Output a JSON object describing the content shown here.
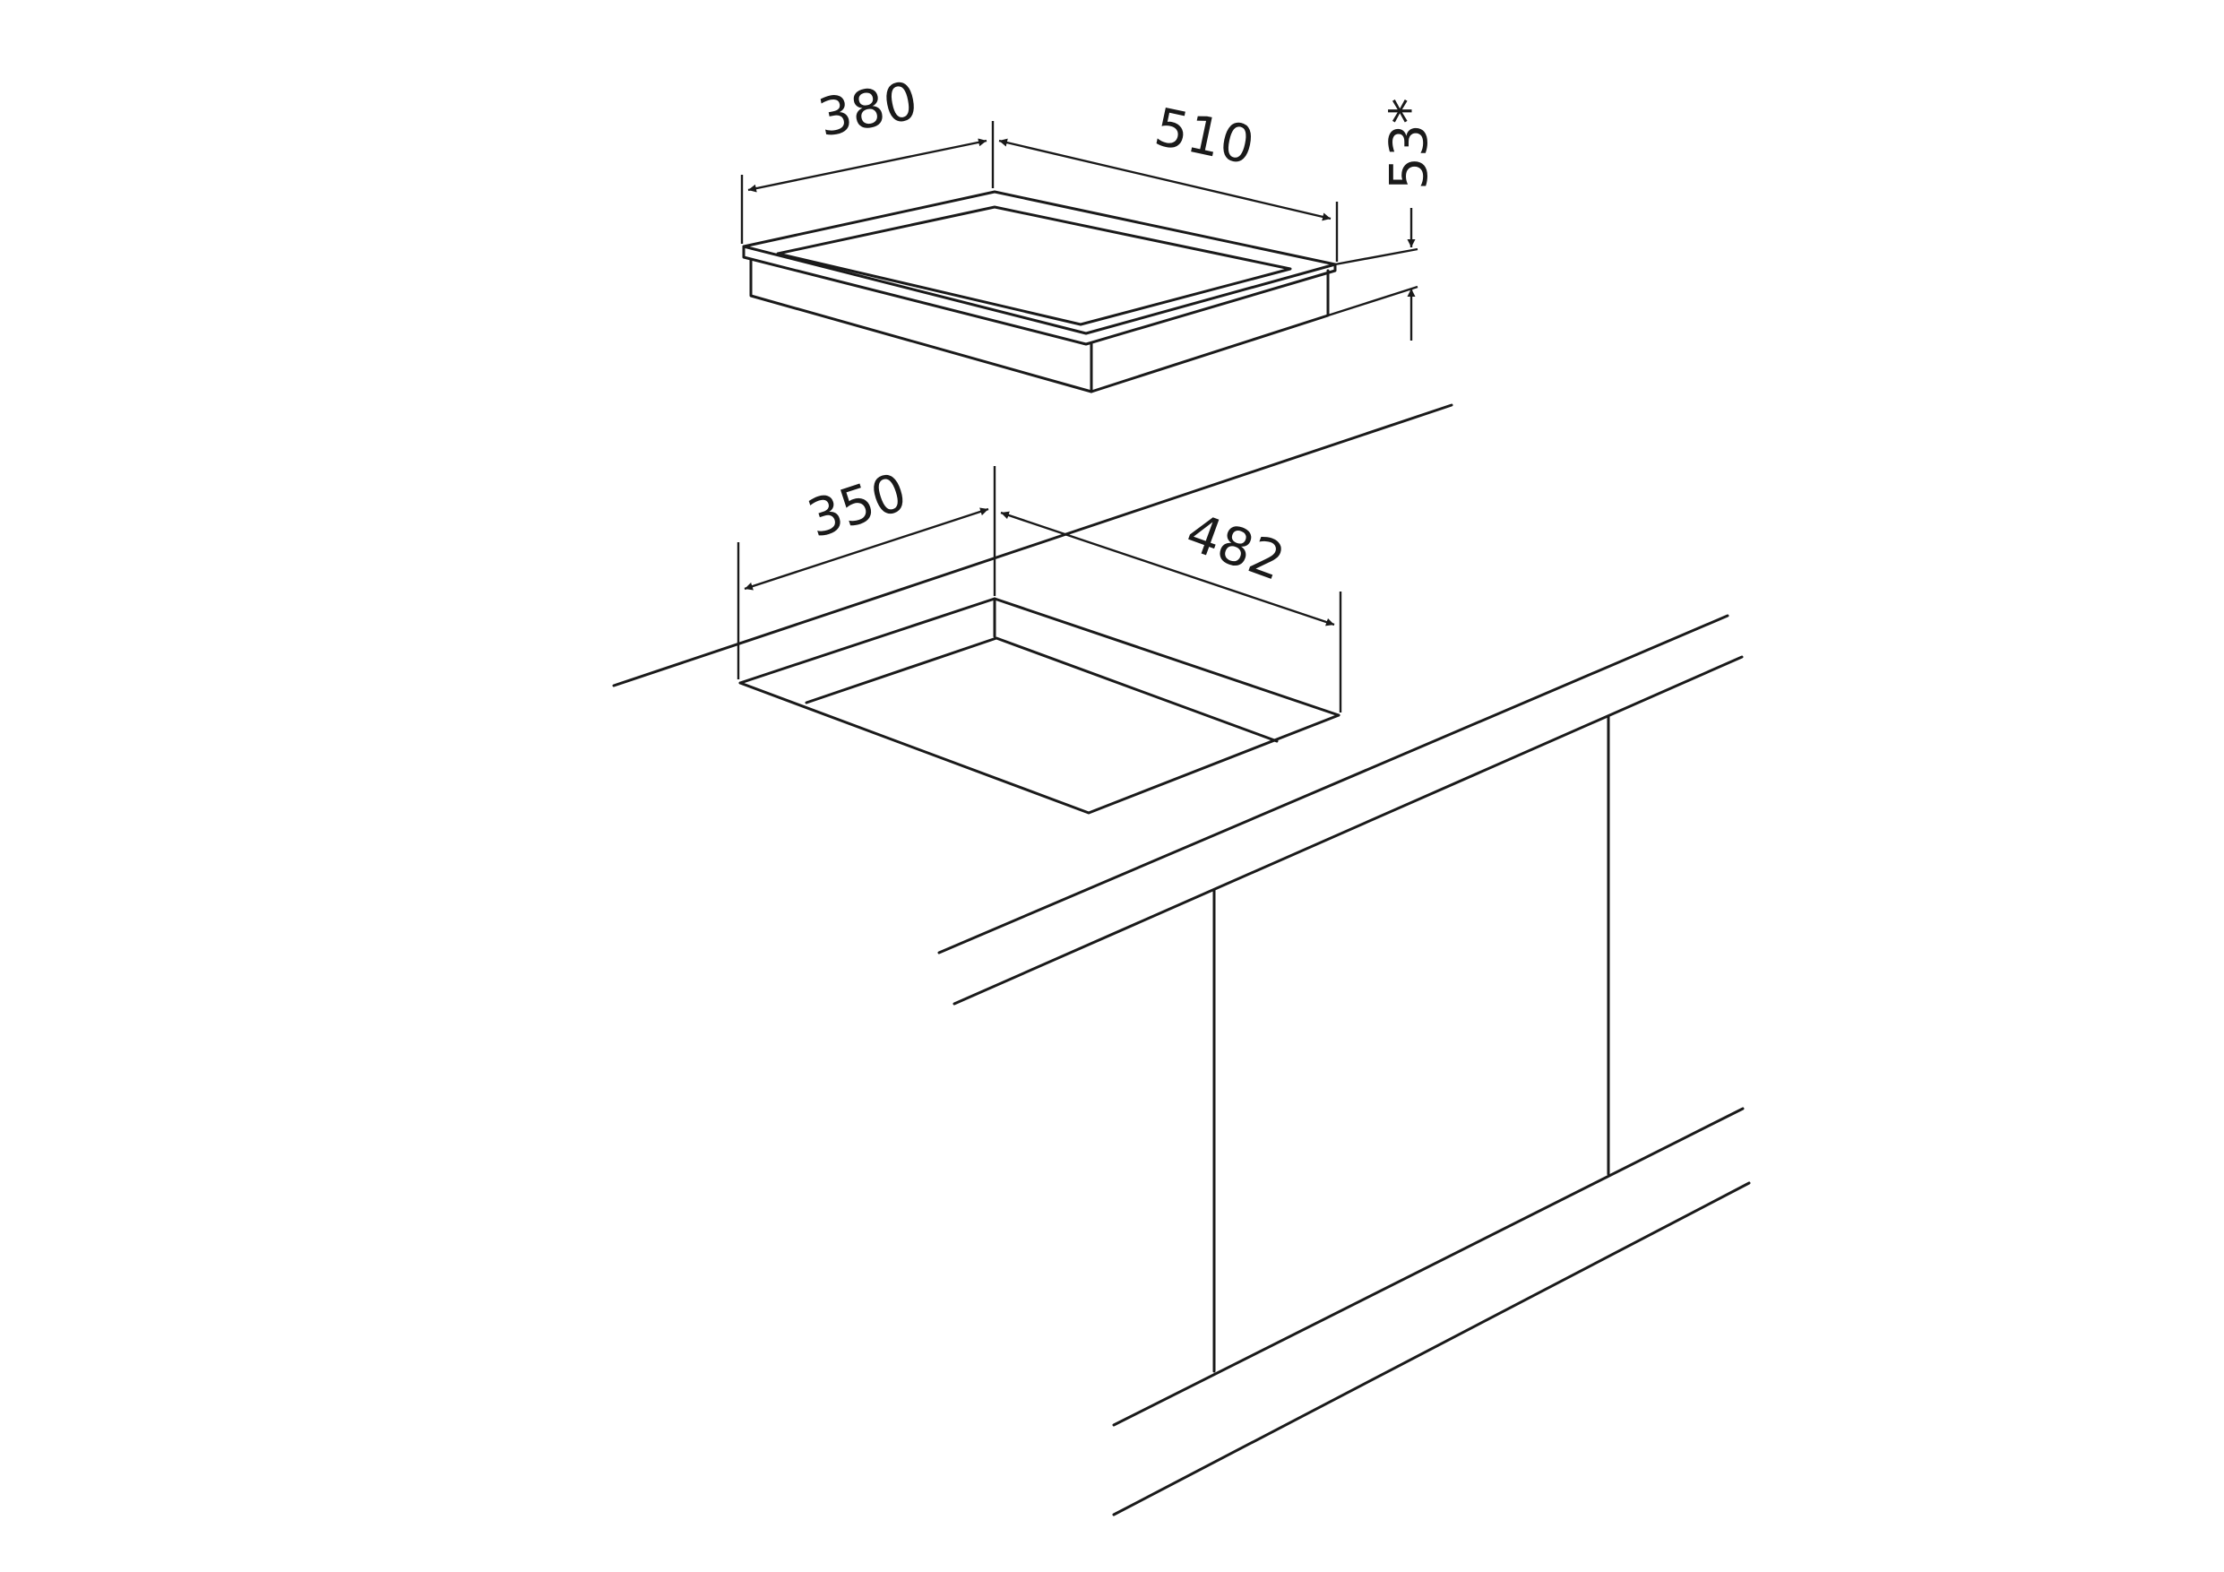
{
  "diagram": {
    "dimensions": {
      "hob_depth": "380",
      "hob_width": "510",
      "hob_height": "53*",
      "cutout_depth": "350",
      "cutout_width": "482"
    },
    "colors": {
      "line": "#1a1a1a",
      "background": "#ffffff"
    }
  }
}
